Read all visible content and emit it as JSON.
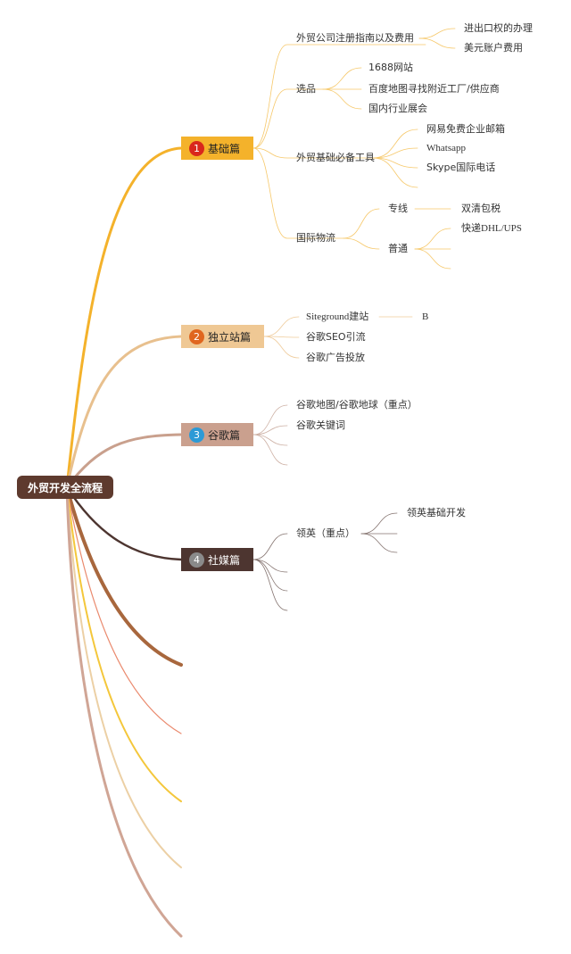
{
  "root": {
    "title": "外贸开发全流程"
  },
  "branches": [
    {
      "num": "1",
      "title": "基础篇",
      "color": "#f4b22b",
      "num_color": "#d9271c",
      "children": [
        {
          "label": "外贸公司注册指南以及费用",
          "children": [
            "进出口权的办理",
            "美元账户费用"
          ]
        },
        {
          "label": "选品",
          "children": [
            "1688网站",
            "百度地图寻找附近工厂/供应商",
            "国内行业展会"
          ]
        },
        {
          "label": "外贸基础必备工具",
          "children": [
            "网易免费企业邮箱",
            "Whatsapp",
            "Skype国际电话"
          ]
        },
        {
          "label": "国际物流",
          "children": [
            {
              "label": "专线",
              "children": [
                "双清包税"
              ]
            },
            {
              "label": "普通",
              "children": [
                "快递DHL/UPS"
              ]
            }
          ]
        }
      ]
    },
    {
      "num": "2",
      "title": "独立站篇",
      "color": "#e8c08e",
      "num_color": "#e0661f",
      "children": [
        {
          "label": "Siteground建站",
          "children": [
            "B"
          ]
        },
        {
          "label": "谷歌SEO引流"
        },
        {
          "label": "谷歌广告投放"
        }
      ]
    },
    {
      "num": "3",
      "title": "谷歌篇",
      "color": "#c9a08d",
      "num_color": "#2c9ad6",
      "children": [
        {
          "label": "谷歌地图/谷歌地球（重点）"
        },
        {
          "label": "谷歌关键词"
        }
      ]
    },
    {
      "num": "4",
      "title": "社媒篇",
      "color": "#4d3530",
      "num_color": "#8a8a8a",
      "children": [
        {
          "label": "领英（重点）",
          "children": [
            "领英基础开发"
          ]
        }
      ]
    }
  ]
}
